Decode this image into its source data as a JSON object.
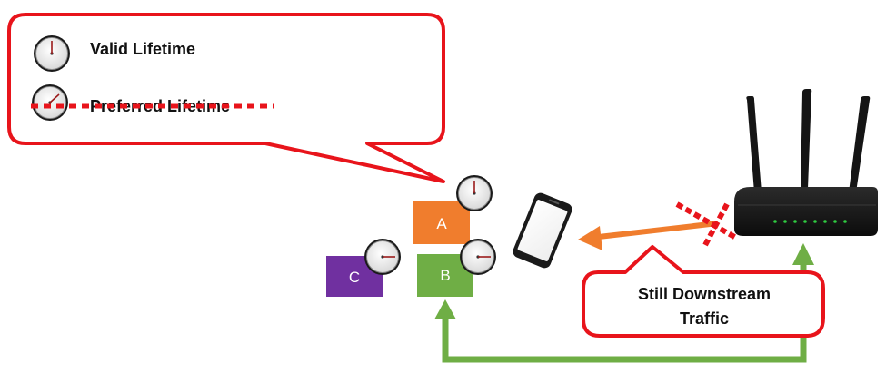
{
  "legend": {
    "valid_label": "Valid Lifetime",
    "preferred_label": "Preferred Lifetime"
  },
  "addresses": {
    "a": {
      "label": "A",
      "color": "#F07D2D"
    },
    "b": {
      "label": "B",
      "color": "#6FAE45"
    },
    "c": {
      "label": "C",
      "color": "#7030A0"
    }
  },
  "callout": {
    "line1": "Still Downstream",
    "line2": "Traffic"
  },
  "colors": {
    "callout_border": "#E8141B",
    "upstream_arrow": "#F07D2D",
    "downstream_arrow": "#6FAE45",
    "strike": "#E8141B",
    "router": "#1A1A1A",
    "led": "#2ECC40"
  },
  "icons": [
    "clock-icon",
    "phone-icon",
    "router-icon",
    "cross-icon"
  ]
}
